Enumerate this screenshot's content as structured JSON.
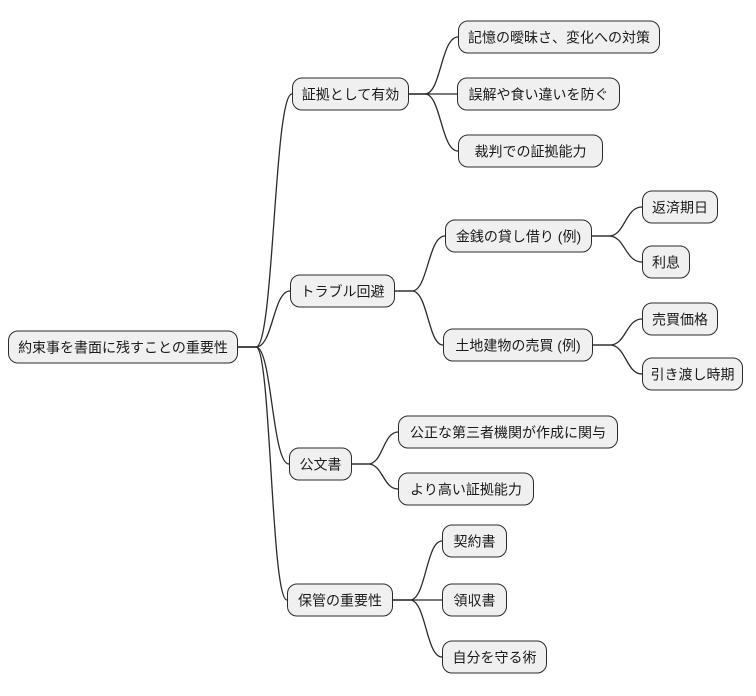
{
  "diagram": {
    "type": "mindmap",
    "colors": {
      "background": "#ffffff",
      "node_fill": "#f0f0f0",
      "node_border": "#2b2b2b",
      "edge": "#2b2b2b",
      "text": "#1a1a1a"
    },
    "root": {
      "label": "約束事を書面に残すことの重要性"
    },
    "branches": [
      {
        "label": "証拠として有効",
        "children": [
          {
            "label": "記憶の曖昧さ、変化への対策"
          },
          {
            "label": "誤解や食い違いを防ぐ"
          },
          {
            "label": "裁判での証拠能力"
          }
        ]
      },
      {
        "label": "トラブル回避",
        "children": [
          {
            "label": "金銭の貸し借り (例)",
            "children": [
              {
                "label": "返済期日"
              },
              {
                "label": "利息"
              }
            ]
          },
          {
            "label": "土地建物の売買 (例)",
            "children": [
              {
                "label": "売買価格"
              },
              {
                "label": "引き渡し時期"
              }
            ]
          }
        ]
      },
      {
        "label": "公文書",
        "children": [
          {
            "label": "公正な第三者機関が作成に関与"
          },
          {
            "label": "より高い証拠能力"
          }
        ]
      },
      {
        "label": "保管の重要性",
        "children": [
          {
            "label": "契約書"
          },
          {
            "label": "領収書"
          },
          {
            "label": "自分を守る術"
          }
        ]
      }
    ]
  }
}
